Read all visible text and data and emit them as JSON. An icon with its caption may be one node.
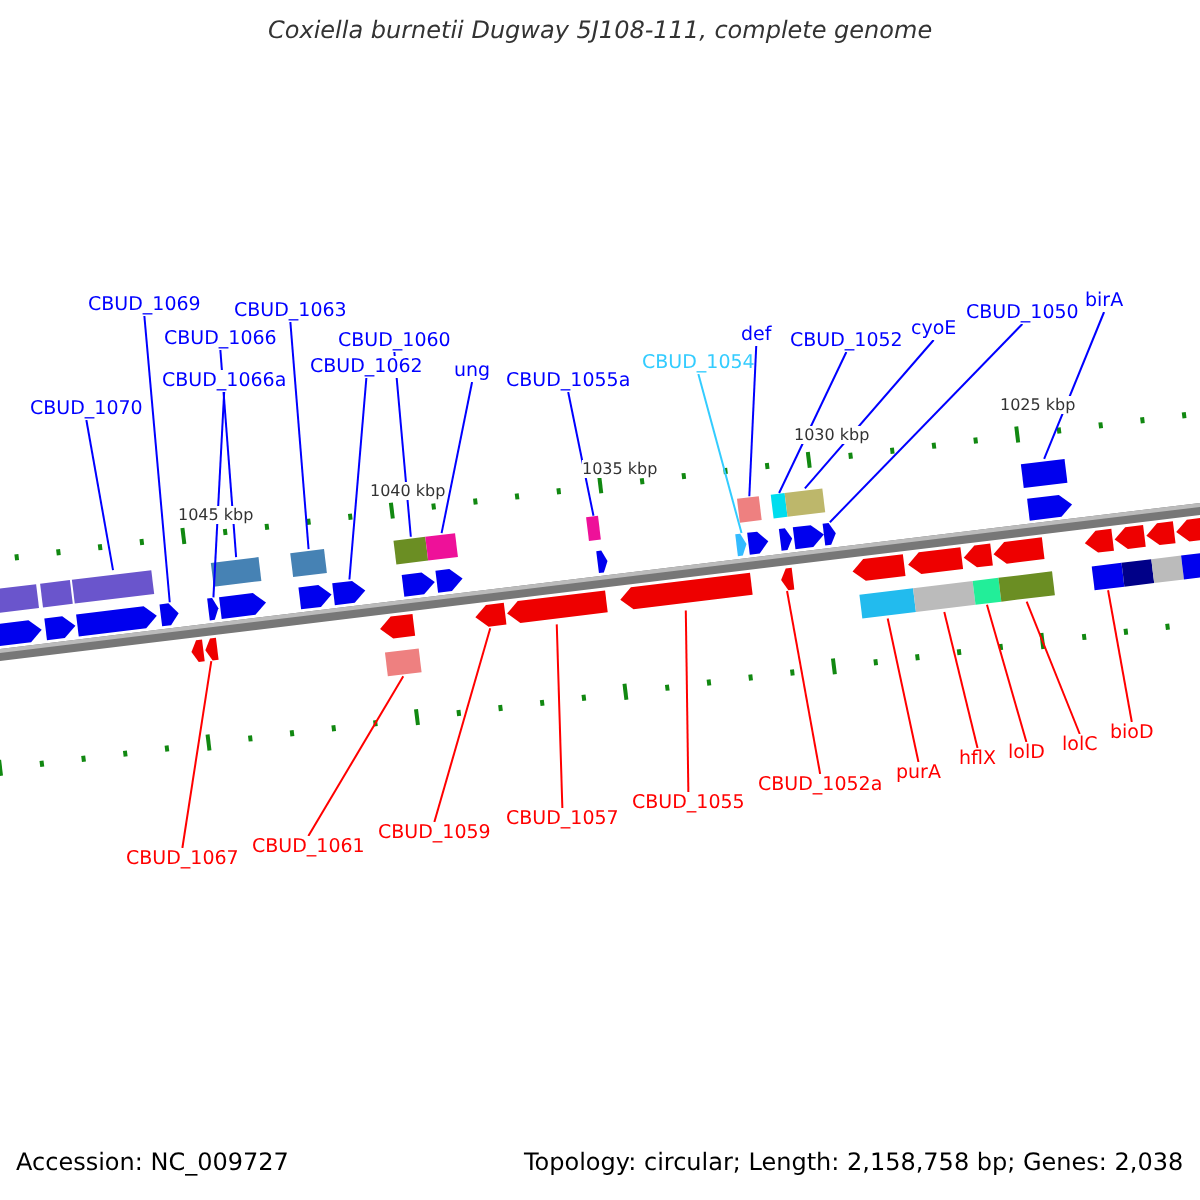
{
  "diagram": {
    "title": "Coxiella burnetii Dugway 5J108-111, complete genome",
    "nodes": [
      {
        "text": [
          "CBUD_1069"
        ]
      },
      {
        "text": [
          "CBUD_1063"
        ]
      },
      {
        "text": [
          "CBUD_1066"
        ]
      },
      {
        "text": [
          "CBUD_1060"
        ]
      },
      {
        "text": [
          "CBUD_1066a"
        ]
      },
      {
        "text": [
          "CBUD_1062"
        ]
      },
      {
        "text": [
          "ung"
        ]
      },
      {
        "text": [
          "CBUD_1070"
        ]
      },
      {
        "text": [
          "CBUD_1055a"
        ]
      },
      {
        "text": [
          "def"
        ]
      },
      {
        "text": [
          "CBUD_1054"
        ]
      },
      {
        "text": [
          "CBUD_1052"
        ]
      },
      {
        "text": [
          "cyoE"
        ]
      },
      {
        "text": [
          "CBUD_1050"
        ]
      },
      {
        "text": [
          "birA"
        ]
      },
      {
        "text": [
          "CBUD_1067"
        ]
      },
      {
        "text": [
          "CBUD_1061"
        ]
      },
      {
        "text": [
          "CBUD_1059"
        ]
      },
      {
        "text": [
          "CBUD_1057"
        ]
      },
      {
        "text": [
          "CBUD_1055"
        ]
      },
      {
        "text": [
          "CBUD_1052a"
        ]
      },
      {
        "text": [
          "purA"
        ]
      },
      {
        "text": [
          "hflX"
        ]
      },
      {
        "text": [
          "lolD"
        ]
      },
      {
        "text": [
          "lolC"
        ]
      },
      {
        "text": [
          "bioD"
        ]
      },
      {
        "text": [],
        "shape": "box"
      },
      {
        "text": [],
        "shape": "pentagon"
      },
      {
        "text": [],
        "shape": "pentagon"
      },
      {
        "text": [],
        "shape": "pentagon"
      },
      {
        "text": [],
        "shape": "box"
      },
      {
        "text": [],
        "shape": "box"
      },
      {
        "text": [],
        "shape": "pentagon"
      },
      {
        "text": [],
        "shape": "box"
      },
      {
        "text": [],
        "shape": "box"
      },
      {
        "text": [],
        "shape": "box"
      },
      {
        "text": [],
        "shape": "pentagon"
      },
      {
        "text": [],
        "shape": "pentagon"
      },
      {
        "text": [],
        "shape": "box"
      },
      {
        "text": [],
        "shape": "pentagon"
      },
      {
        "text": [],
        "shape": "pentagon"
      },
      {
        "text": [],
        "shape": "box"
      },
      {
        "text": [],
        "shape": "box"
      },
      {
        "text": [],
        "shape": "pentagon"
      },
      {
        "text": [],
        "shape": "box"
      },
      {
        "text": [],
        "shape": "pentagon"
      },
      {
        "text": [],
        "shape": "box"
      },
      {
        "text": [],
        "shape": "box"
      },
      {
        "text": [],
        "shape": "box"
      },
      {
        "text": [],
        "shape": "box"
      },
      {
        "text": [],
        "shape": "box"
      },
      {
        "text": [],
        "shape": "box"
      },
      {
        "text": [],
        "shape": "pentagon"
      },
      {
        "text": [],
        "shape": "pentagon"
      },
      {
        "text": [],
        "shape": "pentagon"
      },
      {
        "text": [],
        "shape": "pentagon"
      },
      {
        "text": [],
        "shape": "pentagon"
      },
      {
        "text": [],
        "shape": "pentagon"
      },
      {
        "text": [],
        "shape": "pentagon"
      },
      {
        "text": [],
        "shape": "pentagon"
      },
      {
        "text": [],
        "shape": "pentagon"
      },
      {
        "text": [],
        "shape": "pentagon"
      },
      {
        "text": [],
        "shape": "pentagon"
      },
      {
        "text": [],
        "shape": "pentagon"
      },
      {
        "text": [],
        "shape": "pentagon"
      },
      {
        "text": [],
        "shape": "box"
      },
      {
        "text": [],
        "shape": "box"
      },
      {
        "text": [],
        "shape": "pentagon"
      },
      {
        "text": [],
        "shape": "pentagon"
      },
      {
        "text": [],
        "shape": "pentagon"
      },
      {
        "text": [],
        "shape": "pentagon"
      },
      {
        "text": [],
        "shape": "pentagon"
      },
      {
        "text": [],
        "shape": "pentagon"
      },
      {
        "text": [],
        "shape": "pentagon"
      },
      {
        "text": [],
        "shape": "pentagon"
      },
      {
        "text": [],
        "shape": "pentagon"
      },
      {
        "text": [],
        "shape": "box"
      },
      {
        "text": [],
        "shape": "box"
      },
      {
        "text": [],
        "shape": "box"
      }
    ],
    "edges": [
      {
        "from": 0,
        "to": 27,
        "arrow": "none"
      },
      {
        "from": 1,
        "to": 31,
        "arrow": "none"
      },
      {
        "from": 2,
        "to": 30,
        "arrow": "none"
      },
      {
        "from": 3,
        "to": 34,
        "arrow": "none"
      },
      {
        "from": 4,
        "to": 29,
        "arrow": "none"
      },
      {
        "from": 5,
        "to": 32,
        "arrow": "none"
      },
      {
        "from": 6,
        "to": 35,
        "arrow": "none"
      },
      {
        "from": 7,
        "to": 26,
        "arrow": "none"
      },
      {
        "from": 8,
        "to": 38,
        "arrow": "none"
      },
      {
        "from": 9,
        "to": 41,
        "arrow": "none"
      },
      {
        "from": 10,
        "to": 40,
        "arrow": "none",
        "color": "#33ccff"
      },
      {
        "from": 11,
        "to": 42,
        "arrow": "none"
      },
      {
        "from": 12,
        "to": 44,
        "arrow": "none"
      },
      {
        "from": 13,
        "to": 45,
        "arrow": "none"
      },
      {
        "from": 14,
        "to": 50,
        "arrow": "none"
      },
      {
        "from": 15,
        "to": 28,
        "arrow": "none",
        "color": "#ff0000"
      },
      {
        "from": 16,
        "to": 33,
        "arrow": "none",
        "color": "#ff0000"
      },
      {
        "from": 17,
        "to": 36,
        "arrow": "none",
        "color": "#ff0000"
      },
      {
        "from": 18,
        "to": 37,
        "arrow": "none",
        "color": "#ff0000"
      },
      {
        "from": 19,
        "to": 39,
        "arrow": "none",
        "color": "#ff0000"
      },
      {
        "from": 20,
        "to": 43,
        "arrow": "none",
        "color": "#ff0000"
      },
      {
        "from": 21,
        "to": 46,
        "arrow": "none",
        "color": "#ff0000"
      },
      {
        "from": 22,
        "to": 47,
        "arrow": "none",
        "color": "#ff0000"
      },
      {
        "from": 23,
        "to": 48,
        "arrow": "none",
        "color": "#ff0000"
      },
      {
        "from": 24,
        "to": 49,
        "arrow": "none",
        "color": "#ff0000"
      },
      {
        "from": 25,
        "to": 51,
        "arrow": "none",
        "color": "#ff0000"
      }
    ],
    "labels": [
      "1045 kbp",
      "1040 kbp",
      "1035 kbp",
      "1030 kbp",
      "1025 kbp",
      "Accession: NC_009727",
      "Topology: circular; Length: 2,158,758 bp; Genes: 2,038"
    ]
  }
}
